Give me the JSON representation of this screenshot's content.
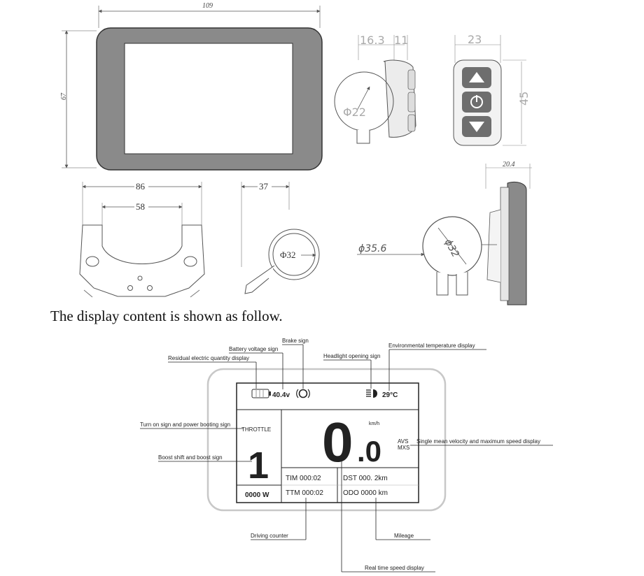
{
  "dimensions": {
    "width_109": "109",
    "height_67": "67",
    "d16": "16.3",
    "d11": "11",
    "d22": "22",
    "phi22": "Φ22",
    "d23": "23",
    "d45": "45",
    "d20_4": "20.4",
    "d86": "86",
    "d58": "58",
    "d37": "37",
    "phi32": "Φ32",
    "phi35_6": "ϕ35.6",
    "phi32b": "ϕ32"
  },
  "heading": "The display content is shown as follow.",
  "labels": {
    "brake": "Brake sign",
    "battery_voltage": "Battery voltage sign",
    "residual": "Residual electric quantity display",
    "headlight": "Headlight opening sign",
    "env_temp": "Environmental temperature display",
    "turn_on": "Turn on sign and power booting sign",
    "boost": "Boost shift and boost sign",
    "avg_max": "Single mean velocity and maximum speed display",
    "driving_counter": "Driving counter",
    "mileage": "Mileage",
    "realtime": "Real time speed display"
  },
  "lcd": {
    "voltage": "40.4v",
    "temp": "29°C",
    "throttle": "THROTTLE",
    "gear": "1",
    "power": "0000 W",
    "speed_int": "0",
    "speed_dec": ".0",
    "unit": "km/h",
    "avs": "AVS",
    "mxs": "MXS",
    "tim": "TIM 000:02",
    "ttm": "TTM 000:02",
    "dst": "DST 000. 2km",
    "odo": "ODO 0000 km"
  },
  "colors": {
    "bezel": "#8a8a8a",
    "line": "#555555",
    "button": "#6e6e6e"
  }
}
